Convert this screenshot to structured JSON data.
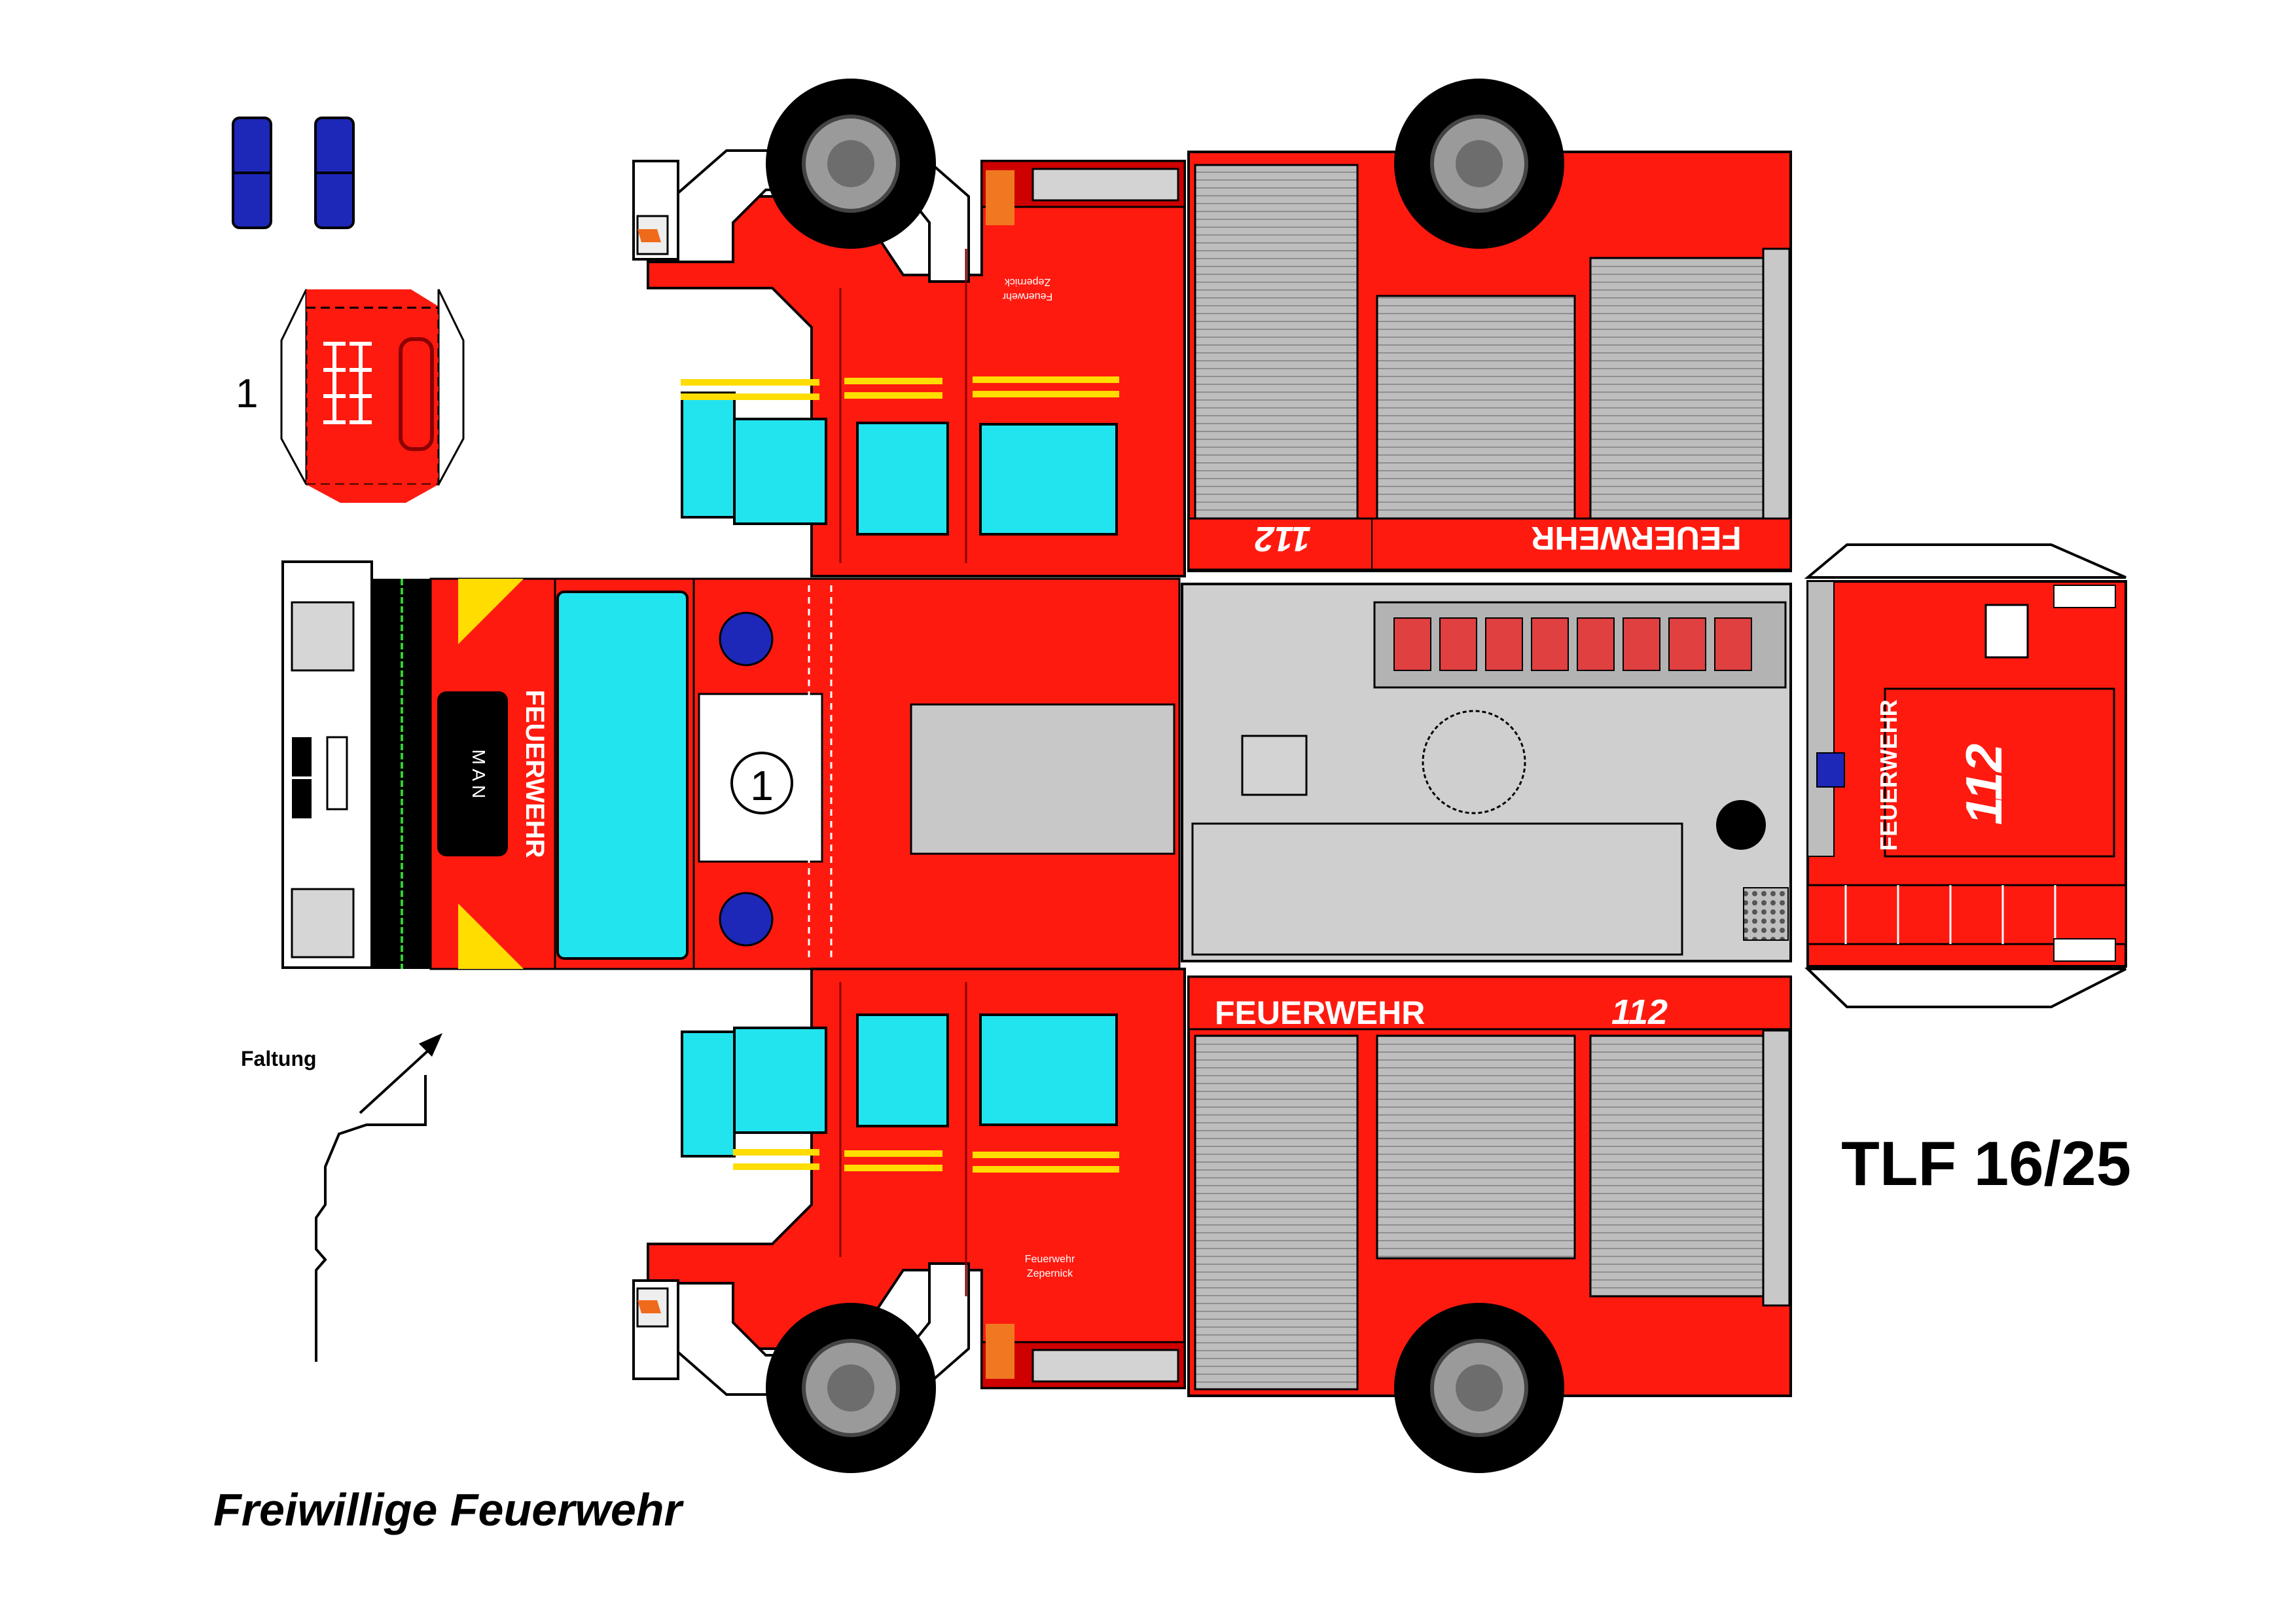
{
  "title": "TLF 16/25",
  "footer": "Freiwillige Feuerwehr",
  "fold_label": "Faltung",
  "light_bar_number": "1",
  "roof_circle_number": "1",
  "side_lettering": "FEUERWEHR",
  "side_number": "112",
  "door_lettering": [
    "Feuerwehr",
    "Zepernick"
  ],
  "front_lettering": "FEUERWEHR",
  "rear_lettering": "FEUERWEHR",
  "rear_number": "112",
  "brand": "M A N",
  "colors": {
    "body_red": "#ff1a10",
    "dark_red": "#c40000",
    "window": "#22e4ee",
    "stripe_yellow": "#ffdd00",
    "shutter": "#b7b7b7",
    "tire": "#000000",
    "rim": "#9a9a9a",
    "beacon_blue": "#1d27b8",
    "roof_grey": "#c8c8c8"
  }
}
